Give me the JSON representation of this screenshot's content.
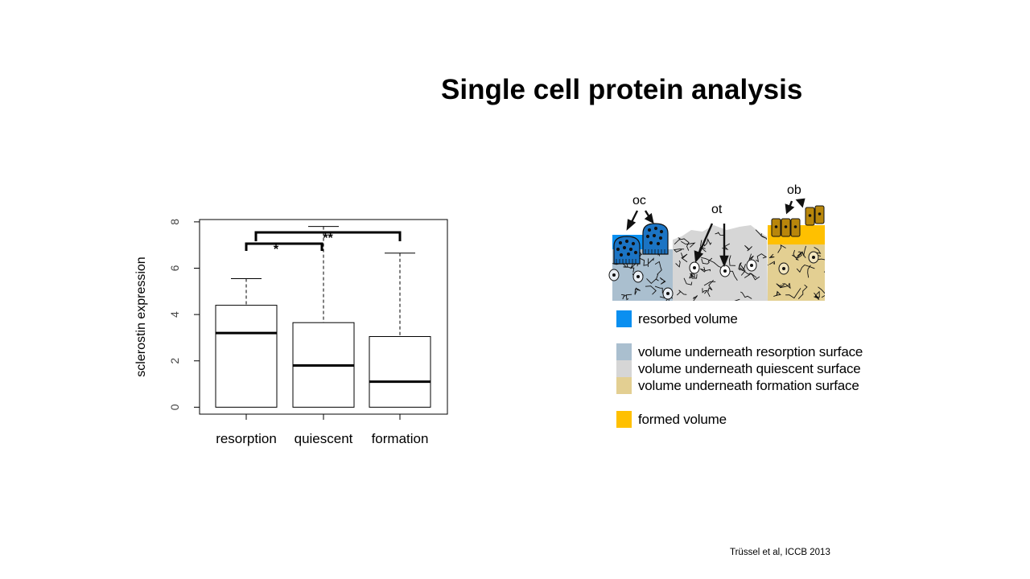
{
  "slide": {
    "title": "Single cell protein analysis",
    "citation": "Trüssel et al, ICCB 2013"
  },
  "chart_data": {
    "type": "box",
    "categories": [
      "resorption",
      "quiescent",
      "formation"
    ],
    "ylabel": "sclerostin expression",
    "xlabel": "",
    "ylim": [
      -0.3,
      8.1
    ],
    "yticks": [
      0,
      2,
      4,
      6,
      8
    ],
    "boxes": [
      {
        "category": "resorption",
        "min": 0,
        "q1": 0,
        "median": 3.2,
        "q3": 4.4,
        "max": 5.55
      },
      {
        "category": "quiescent",
        "min": 0,
        "q1": 0,
        "median": 1.8,
        "q3": 3.65,
        "max": 7.8
      },
      {
        "category": "formation",
        "min": 0,
        "q1": 0,
        "median": 1.1,
        "q3": 3.05,
        "max": 6.65
      }
    ],
    "significance": [
      {
        "from": "resorption",
        "to": "quiescent",
        "label": "*"
      },
      {
        "from": "resorption",
        "to": "formation",
        "label": "**"
      }
    ]
  },
  "schematic": {
    "labels": {
      "oc": "oc",
      "ot": "ot",
      "ob": "ob"
    },
    "colors": {
      "resorbed": "#0a8ff0",
      "under_resorption": "#aabfcf",
      "under_quiescent": "#d6d6d6",
      "under_formation": "#e3cf92",
      "formed": "#ffc000",
      "osteoclast": "#1b74c4",
      "osteoblast": "#b8860b"
    }
  },
  "legend": {
    "items": [
      {
        "label": "resorbed volume",
        "color": "#0a8ff0"
      },
      {
        "label": "volume underneath resorption surface",
        "color": "#aabfcf"
      },
      {
        "label": "volume underneath quiescent surface",
        "color": "#d6d6d6"
      },
      {
        "label": "volume underneath formation surface",
        "color": "#e3cf92"
      },
      {
        "label": "formed volume",
        "color": "#ffc000"
      }
    ]
  }
}
